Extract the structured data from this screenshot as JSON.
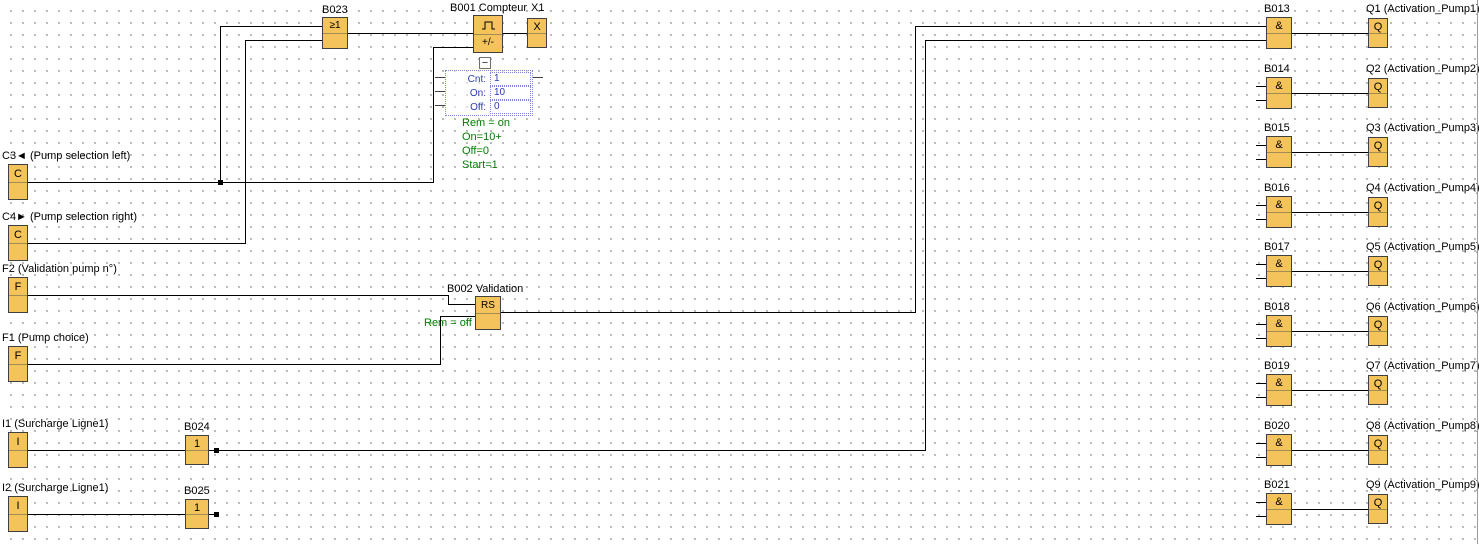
{
  "inputs": [
    {
      "label": "C3◄ (Pump selection left)",
      "symbol": "C"
    },
    {
      "label": "C4► (Pump selection right)",
      "symbol": "C"
    },
    {
      "label": "F2 (Validation pump n°)",
      "symbol": "F"
    },
    {
      "label": "F1 (Pump choice)",
      "symbol": "F"
    },
    {
      "label": "I1 (Surcharge Ligne1)",
      "symbol": "I"
    },
    {
      "label": "I2 (Surcharge Ligne1)",
      "symbol": "I"
    }
  ],
  "gates": {
    "b023": {
      "name": "B023",
      "symbol": "≥1"
    },
    "b024": {
      "name": "B024",
      "symbol": "1"
    },
    "b025": {
      "name": "B025",
      "symbol": "1"
    }
  },
  "counter": {
    "name": "B001 Compteur",
    "plus_minus": "+/-",
    "collapse_glyph": "−",
    "connector": {
      "name": "X1",
      "symbol": "X"
    },
    "params": [
      {
        "label": "Cnt:",
        "value": "1"
      },
      {
        "label": "On:",
        "value": "10"
      },
      {
        "label": "Off:",
        "value": "0"
      }
    ],
    "notes": [
      "Rem = on",
      "On=10+",
      "Off=0",
      "Start=1"
    ]
  },
  "rs": {
    "name": "B002 Validation",
    "symbol": "RS",
    "note": "Rem = off"
  },
  "symbols": {
    "and": "&",
    "q": "Q"
  },
  "output_rows": [
    {
      "gate": "B013",
      "label": "Q1 (Activation_Pump1)"
    },
    {
      "gate": "B014",
      "label": "Q2 (Activation_Pump2)"
    },
    {
      "gate": "B015",
      "label": "Q3 (Activation_Pump3)"
    },
    {
      "gate": "B016",
      "label": "Q4 (Activation_Pump4)"
    },
    {
      "gate": "B017",
      "label": "Q5 (Activation_Pump5)"
    },
    {
      "gate": "B018",
      "label": "Q6 (Activation_Pump6)"
    },
    {
      "gate": "B019",
      "label": "Q7 (Activation_Pump7)"
    },
    {
      "gate": "B020",
      "label": "Q8 (Activation_Pump8)"
    },
    {
      "gate": "B021",
      "label": "Q9 (Activation_Pump9)"
    }
  ],
  "colors": {
    "block_fill": "#f5c35b",
    "block_border": "#404040",
    "wire": "#000000",
    "param_blue": "#2a3ab0",
    "note_green": "#007d00"
  }
}
